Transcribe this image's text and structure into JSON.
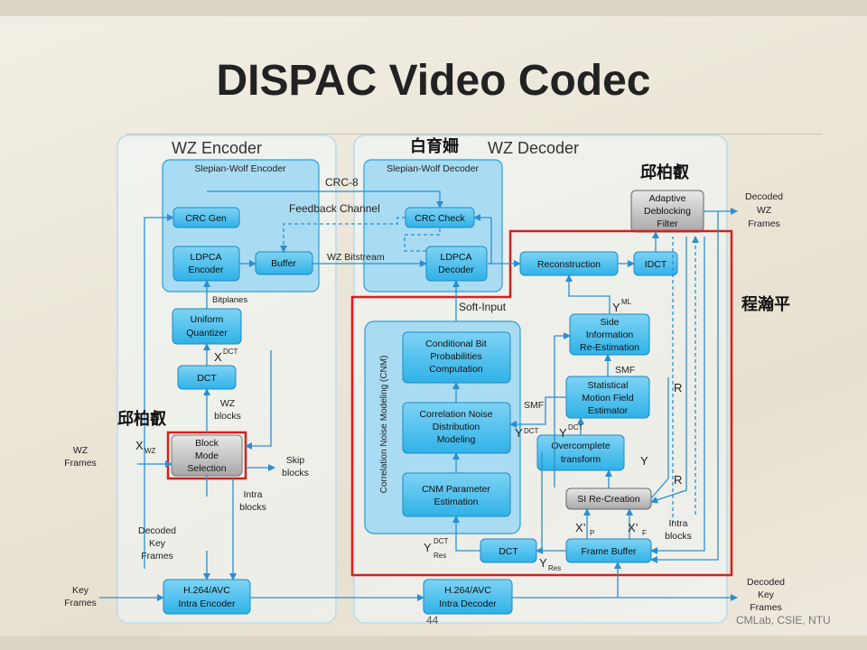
{
  "title": "DISPAC Video Codec",
  "annotations": {
    "top": "白育姍",
    "right_top": "邱柏叡",
    "right_mid": "程瀚平",
    "left": "邱柏叡"
  },
  "footer": {
    "page": "44",
    "credit": "CMLab, CSIE, NTU"
  },
  "encoder": {
    "title": "WZ Encoder",
    "sw_title": "Slepian-Wolf Encoder",
    "crc_gen": "CRC Gen",
    "ldpca": [
      "LDPCA",
      "Encoder"
    ],
    "buffer": "Buffer",
    "quantizer": [
      "Uniform",
      "Quantizer"
    ],
    "dct": "DCT",
    "block_mode": [
      "Block",
      "Mode",
      "Selection"
    ],
    "h264": [
      "H.264/AVC",
      "Intra Encoder"
    ]
  },
  "decoder": {
    "title": "WZ Decoder",
    "sw_title": "Slepian-Wolf Decoder",
    "crc_check": "CRC Check",
    "ldpca": [
      "LDPCA",
      "Decoder"
    ],
    "deblock": [
      "Adaptive",
      "Deblocking",
      "Filter"
    ],
    "reconstruction": "Reconstruction",
    "idct": "IDCT",
    "side_info": [
      "Side",
      "Information",
      "Re-Estimation"
    ],
    "statistical": [
      "Statistical",
      "Motion Field",
      "Estimator"
    ],
    "overcomplete": [
      "Overcomplete",
      "transform"
    ],
    "si_recreation": "SI Re-Creation",
    "frame_buffer": "Frame Buffer",
    "dct": "DCT",
    "h264": [
      "H.264/AVC",
      "Intra Decoder"
    ],
    "cnm_vertical": "Correlation Noise Modeling (CNM)",
    "cond_bit": [
      "Conditional Bit",
      "Probabilities",
      "Computation"
    ],
    "corr_noise": [
      "Correlation Noise",
      "Distribution",
      "Modeling"
    ],
    "cnm_param": [
      "CNM Parameter",
      "Estimation"
    ]
  },
  "labels": {
    "crc8": "CRC-8",
    "feedback": "Feedback Channel",
    "wz_bitstream": "WZ Bitstream",
    "bitplanes": "Bitplanes",
    "soft_input": "Soft-Input",
    "wz_frames": [
      "WZ",
      "Frames"
    ],
    "skip_blocks": [
      "Skip",
      "blocks"
    ],
    "intra_blocks": [
      "Intra",
      "blocks"
    ],
    "wz_blocks": [
      "WZ",
      "blocks"
    ],
    "decoded_key_frames": [
      "Decoded",
      "Key",
      "Frames"
    ],
    "key_frames": [
      "Key",
      "Frames"
    ],
    "decoded_wz_frames": [
      "Decoded",
      "WZ",
      "Frames"
    ],
    "decoded_key_frames_out": [
      "Decoded",
      "Key",
      "Frames"
    ],
    "intra_blocks_dec": [
      "Intra",
      "blocks"
    ],
    "x_dct": "X",
    "x_dct_sup": "DCT",
    "x_wz": "X",
    "x_wz_sub": "WZ",
    "y_ml": "Y",
    "y_ml_sup": "ML",
    "smf": "SMF",
    "r": "R",
    "y": "Y",
    "y_dct": "Y",
    "y_dct_sup": "DCT",
    "y_res": "Y",
    "y_res_sub": "Res",
    "y_dct_res": "Y",
    "y_dct_res_sup": "DCT",
    "y_dct_res_sub": "Res",
    "xp": "X’",
    "xp_sub": "P",
    "xf": "X’",
    "xf_sub": "F"
  }
}
